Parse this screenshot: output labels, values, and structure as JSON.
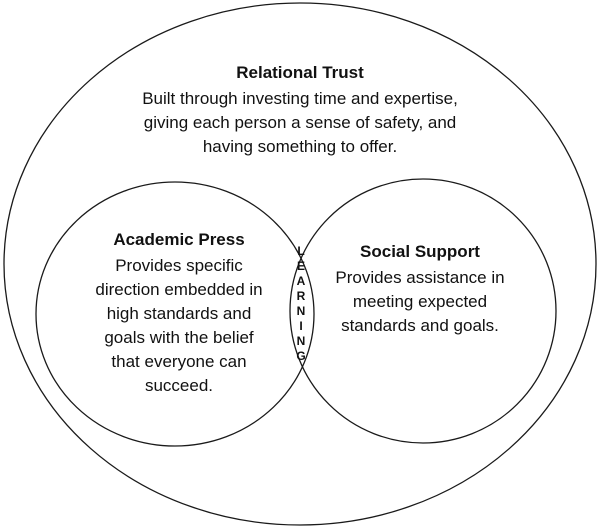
{
  "relational_trust": {
    "title": "Relational Trust",
    "description": "Built through investing time and expertise, giving each person a sense of safety, and having something to offer."
  },
  "academic_press": {
    "title": "Academic Press",
    "description": "Provides specific direction embedded in high standards and goals with the belief that everyone can succeed."
  },
  "social_support": {
    "title": "Social Support",
    "description": "Provides assistance in meeting expected standards and goals."
  },
  "overlap_label": "LEARNING"
}
